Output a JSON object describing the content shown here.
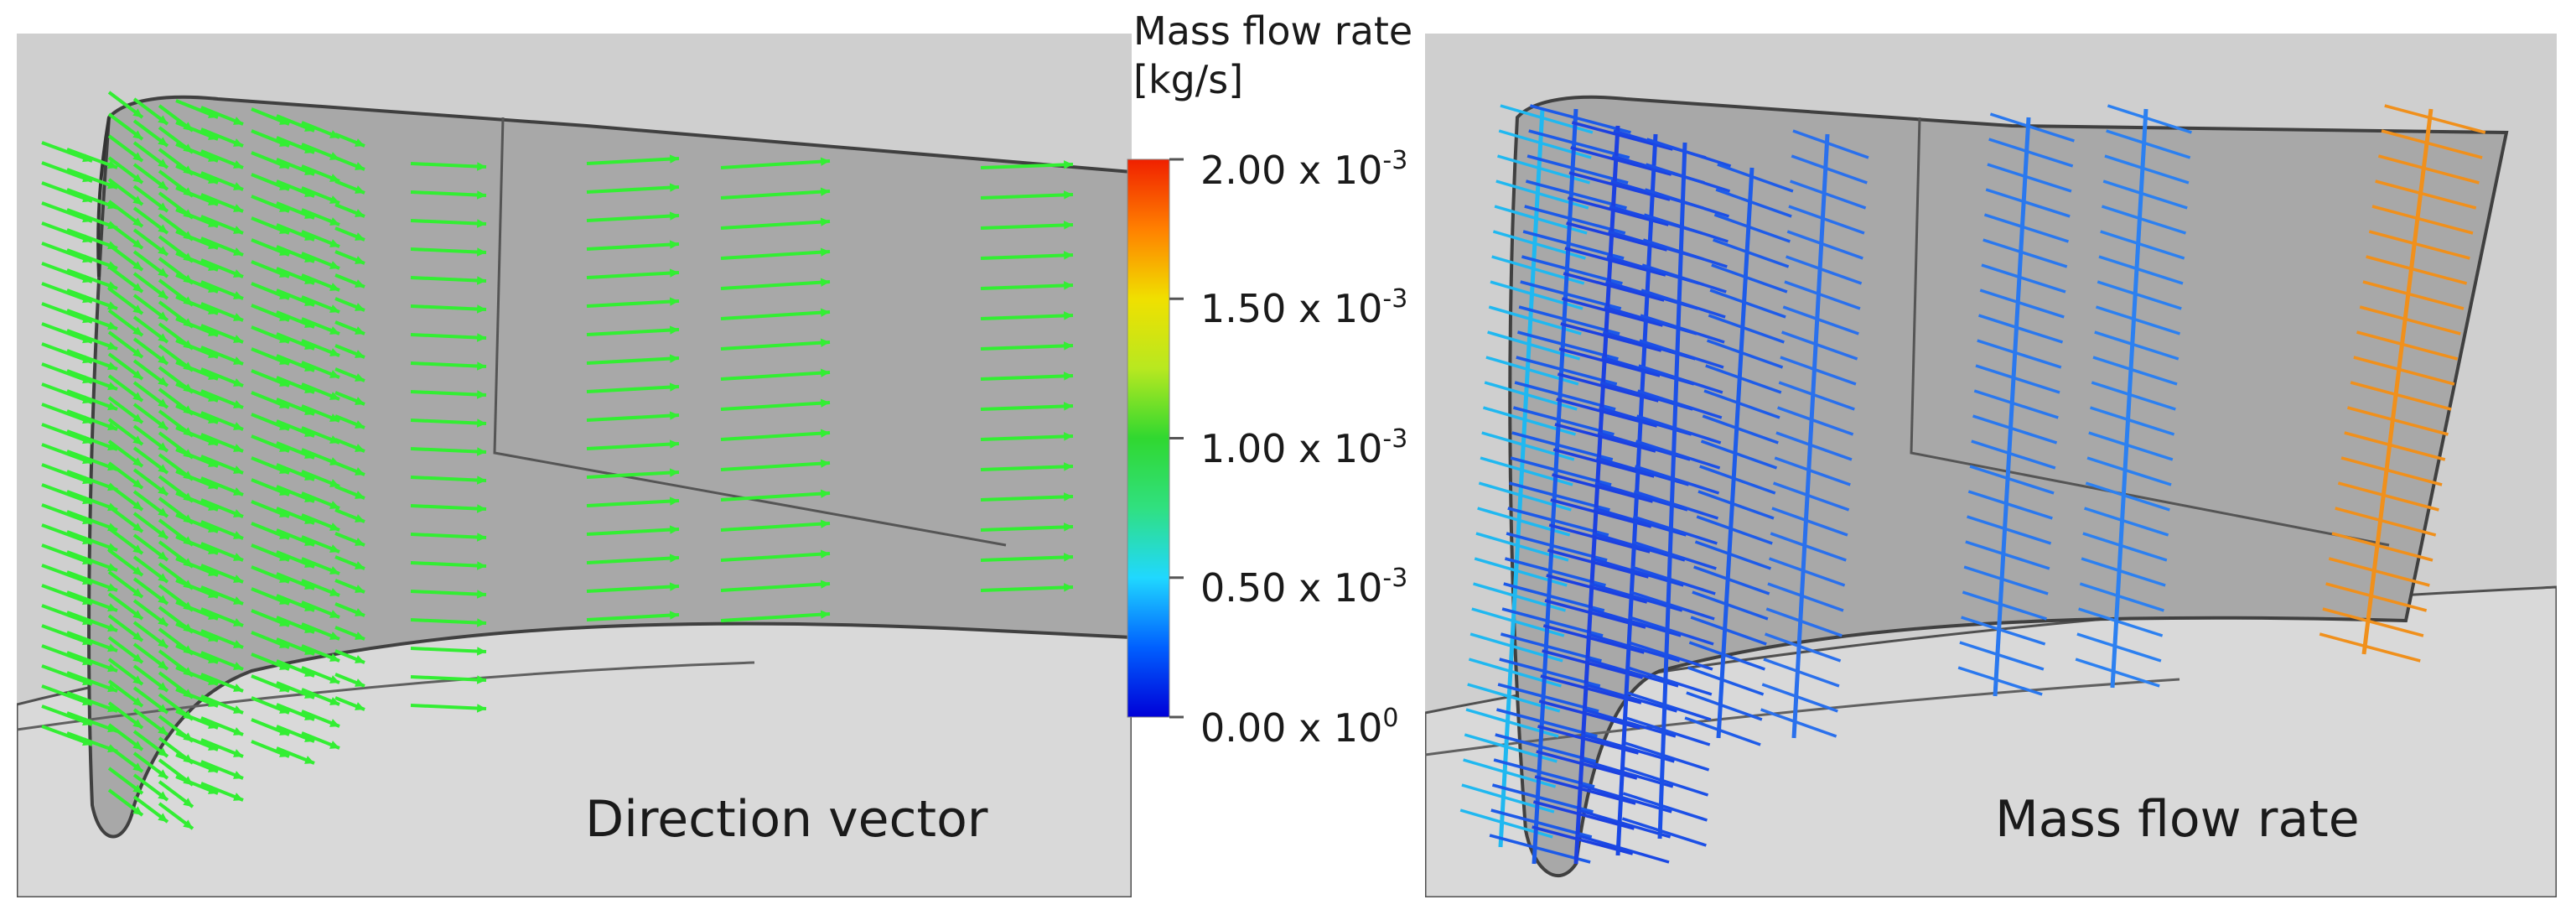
{
  "panels": {
    "left": {
      "label": "Direction vector"
    },
    "right": {
      "label": "Mass flow rate"
    }
  },
  "colorbar": {
    "title_line1": "Mass flow rate",
    "title_line2": "[kg/s]",
    "ticks": [
      {
        "mantissa": "2.00 x 10",
        "exponent": "-3",
        "value": 0.002
      },
      {
        "mantissa": "1.50 x 10",
        "exponent": "-3",
        "value": 0.0015
      },
      {
        "mantissa": "1.00 x 10",
        "exponent": "-3",
        "value": 0.001
      },
      {
        "mantissa": "0.50 x 10",
        "exponent": "-3",
        "value": 0.0005
      },
      {
        "mantissa": "0.00 x 10",
        "exponent": "0",
        "value": 0
      }
    ],
    "range": [
      0,
      0.002
    ],
    "colormap": [
      "#0000d8",
      "#0060ff",
      "#20d8ff",
      "#30e080",
      "#30d830",
      "#b8e820",
      "#f0e000",
      "#ff8000",
      "#f02000"
    ]
  },
  "colors": {
    "direction_vector": "#33ee33",
    "blade_surface": "#a6a6a6",
    "hub_surface": "#d3d3d3",
    "edge": "#404040"
  }
}
